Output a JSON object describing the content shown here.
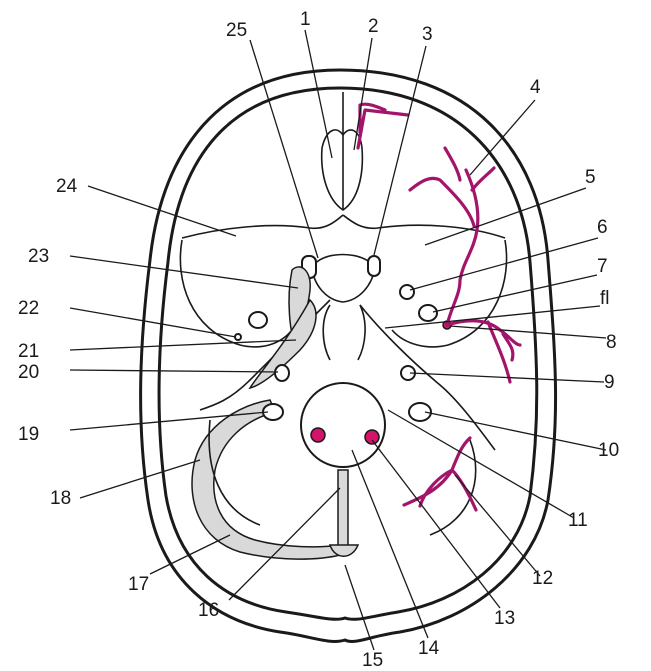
{
  "figure": {
    "labels": [
      "1",
      "2",
      "3",
      "4",
      "5",
      "6",
      "7",
      "fl",
      "8",
      "9",
      "10",
      "11",
      "12",
      "13",
      "14",
      "15",
      "16",
      "17",
      "18",
      "19",
      "20",
      "21",
      "22",
      "23",
      "24",
      "25"
    ]
  },
  "colors": {
    "line": "#1a1a1a",
    "artery": "#a3156a",
    "vessel_dot": "#d4136b",
    "background": "#ffffff"
  }
}
